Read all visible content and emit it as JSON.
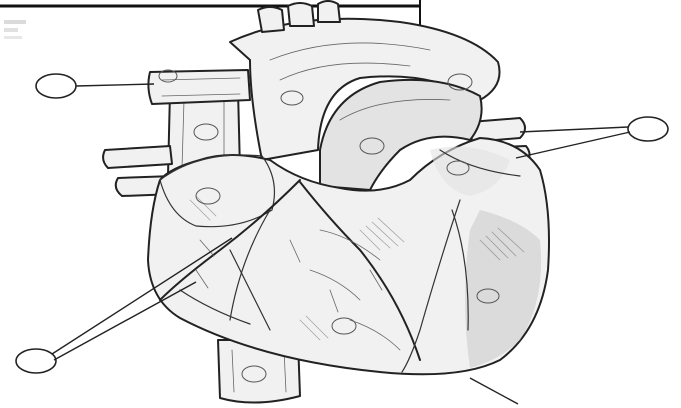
{
  "figure": {
    "description_visible_text": "",
    "callouts": [
      {
        "id": "top-left",
        "label": ""
      },
      {
        "id": "right",
        "label": ""
      },
      {
        "id": "bottom-left",
        "label": ""
      }
    ],
    "number_markers": [
      {
        "id": "m1",
        "label": ""
      },
      {
        "id": "m2",
        "label": ""
      },
      {
        "id": "m3",
        "label": ""
      },
      {
        "id": "m4",
        "label": ""
      },
      {
        "id": "m5",
        "label": ""
      },
      {
        "id": "m6",
        "label": ""
      },
      {
        "id": "m7",
        "label": ""
      },
      {
        "id": "m8",
        "label": ""
      },
      {
        "id": "m9",
        "label": ""
      },
      {
        "id": "m10",
        "label": ""
      }
    ]
  }
}
